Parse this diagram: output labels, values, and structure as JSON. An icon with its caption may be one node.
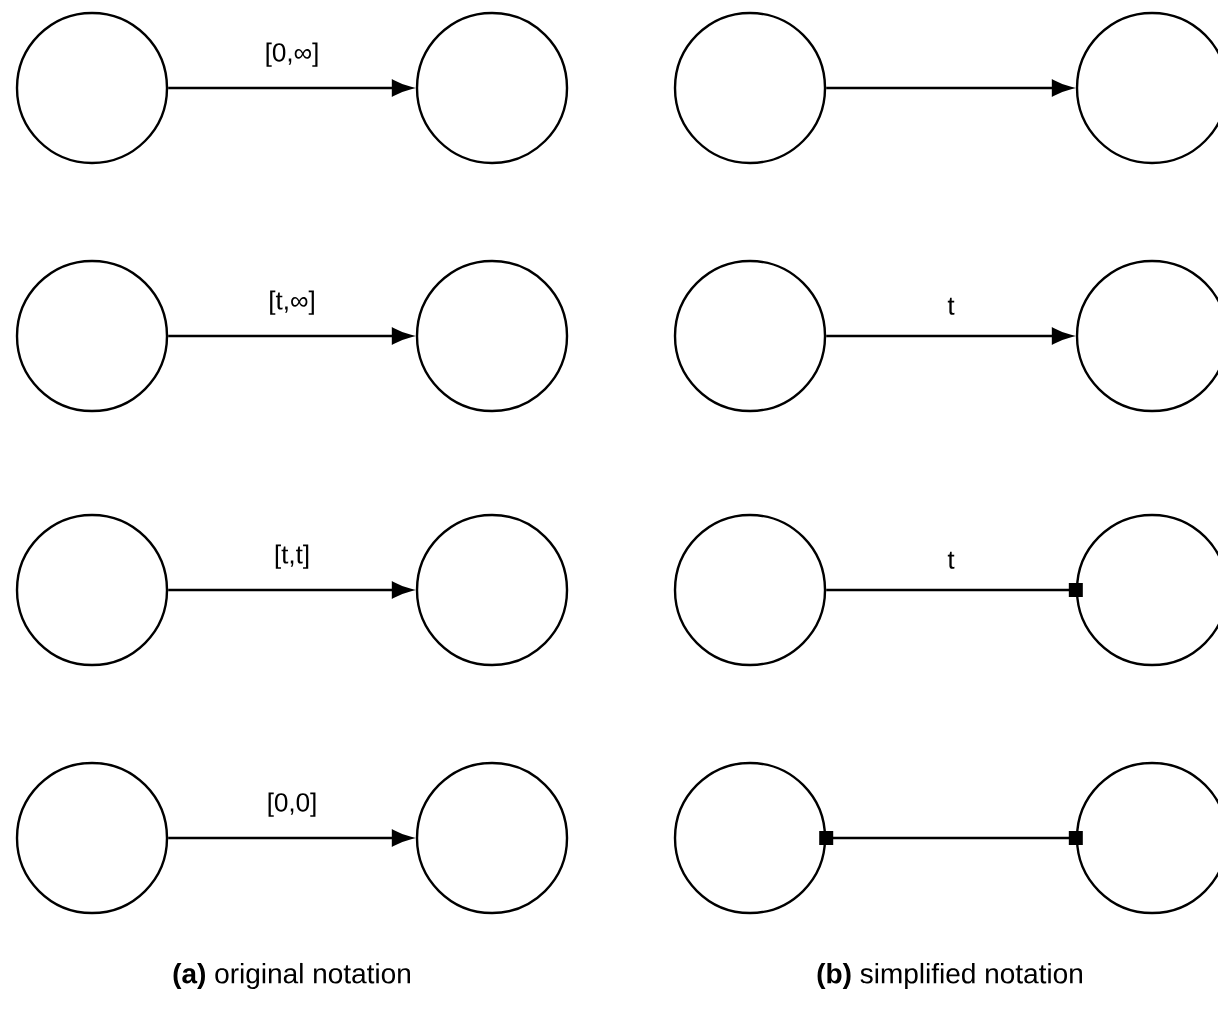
{
  "diagram": {
    "nodes": [
      {
        "text": [],
        "shape": "circle"
      },
      {
        "text": [],
        "shape": "circle"
      },
      {
        "text": [],
        "shape": "circle"
      },
      {
        "text": [],
        "shape": "circle"
      },
      {
        "text": [],
        "shape": "circle"
      },
      {
        "text": [],
        "shape": "circle"
      },
      {
        "text": [],
        "shape": "circle"
      },
      {
        "text": [],
        "shape": "circle"
      },
      {
        "text": [],
        "shape": "circle"
      },
      {
        "text": [],
        "shape": "circle"
      },
      {
        "text": [],
        "shape": "circle"
      },
      {
        "text": [],
        "shape": "circle"
      },
      {
        "text": [],
        "shape": "circle"
      },
      {
        "text": [],
        "shape": "circle"
      },
      {
        "text": [],
        "shape": "circle"
      },
      {
        "text": [],
        "shape": "circle"
      }
    ],
    "edges": [
      {
        "from": 0,
        "to": 1,
        "arrow": "to",
        "label": "[0,∞]"
      },
      {
        "from": 2,
        "to": 3,
        "arrow": "to"
      },
      {
        "from": 4,
        "to": 5,
        "arrow": "to",
        "label": "[t,∞]"
      },
      {
        "from": 6,
        "to": 7,
        "arrow": "to",
        "label": "t"
      },
      {
        "from": 8,
        "to": 9,
        "arrow": "to",
        "label": "[t,t]"
      },
      {
        "from": 10,
        "to": 11,
        "arrow": "other",
        "label": "t"
      },
      {
        "from": 12,
        "to": 13,
        "arrow": "to",
        "label": "[0,0]"
      },
      {
        "from": 14,
        "to": 15,
        "arrow": "other"
      }
    ],
    "labels": [
      "**(a)** original notation",
      "**(b)** simplified notation"
    ]
  }
}
